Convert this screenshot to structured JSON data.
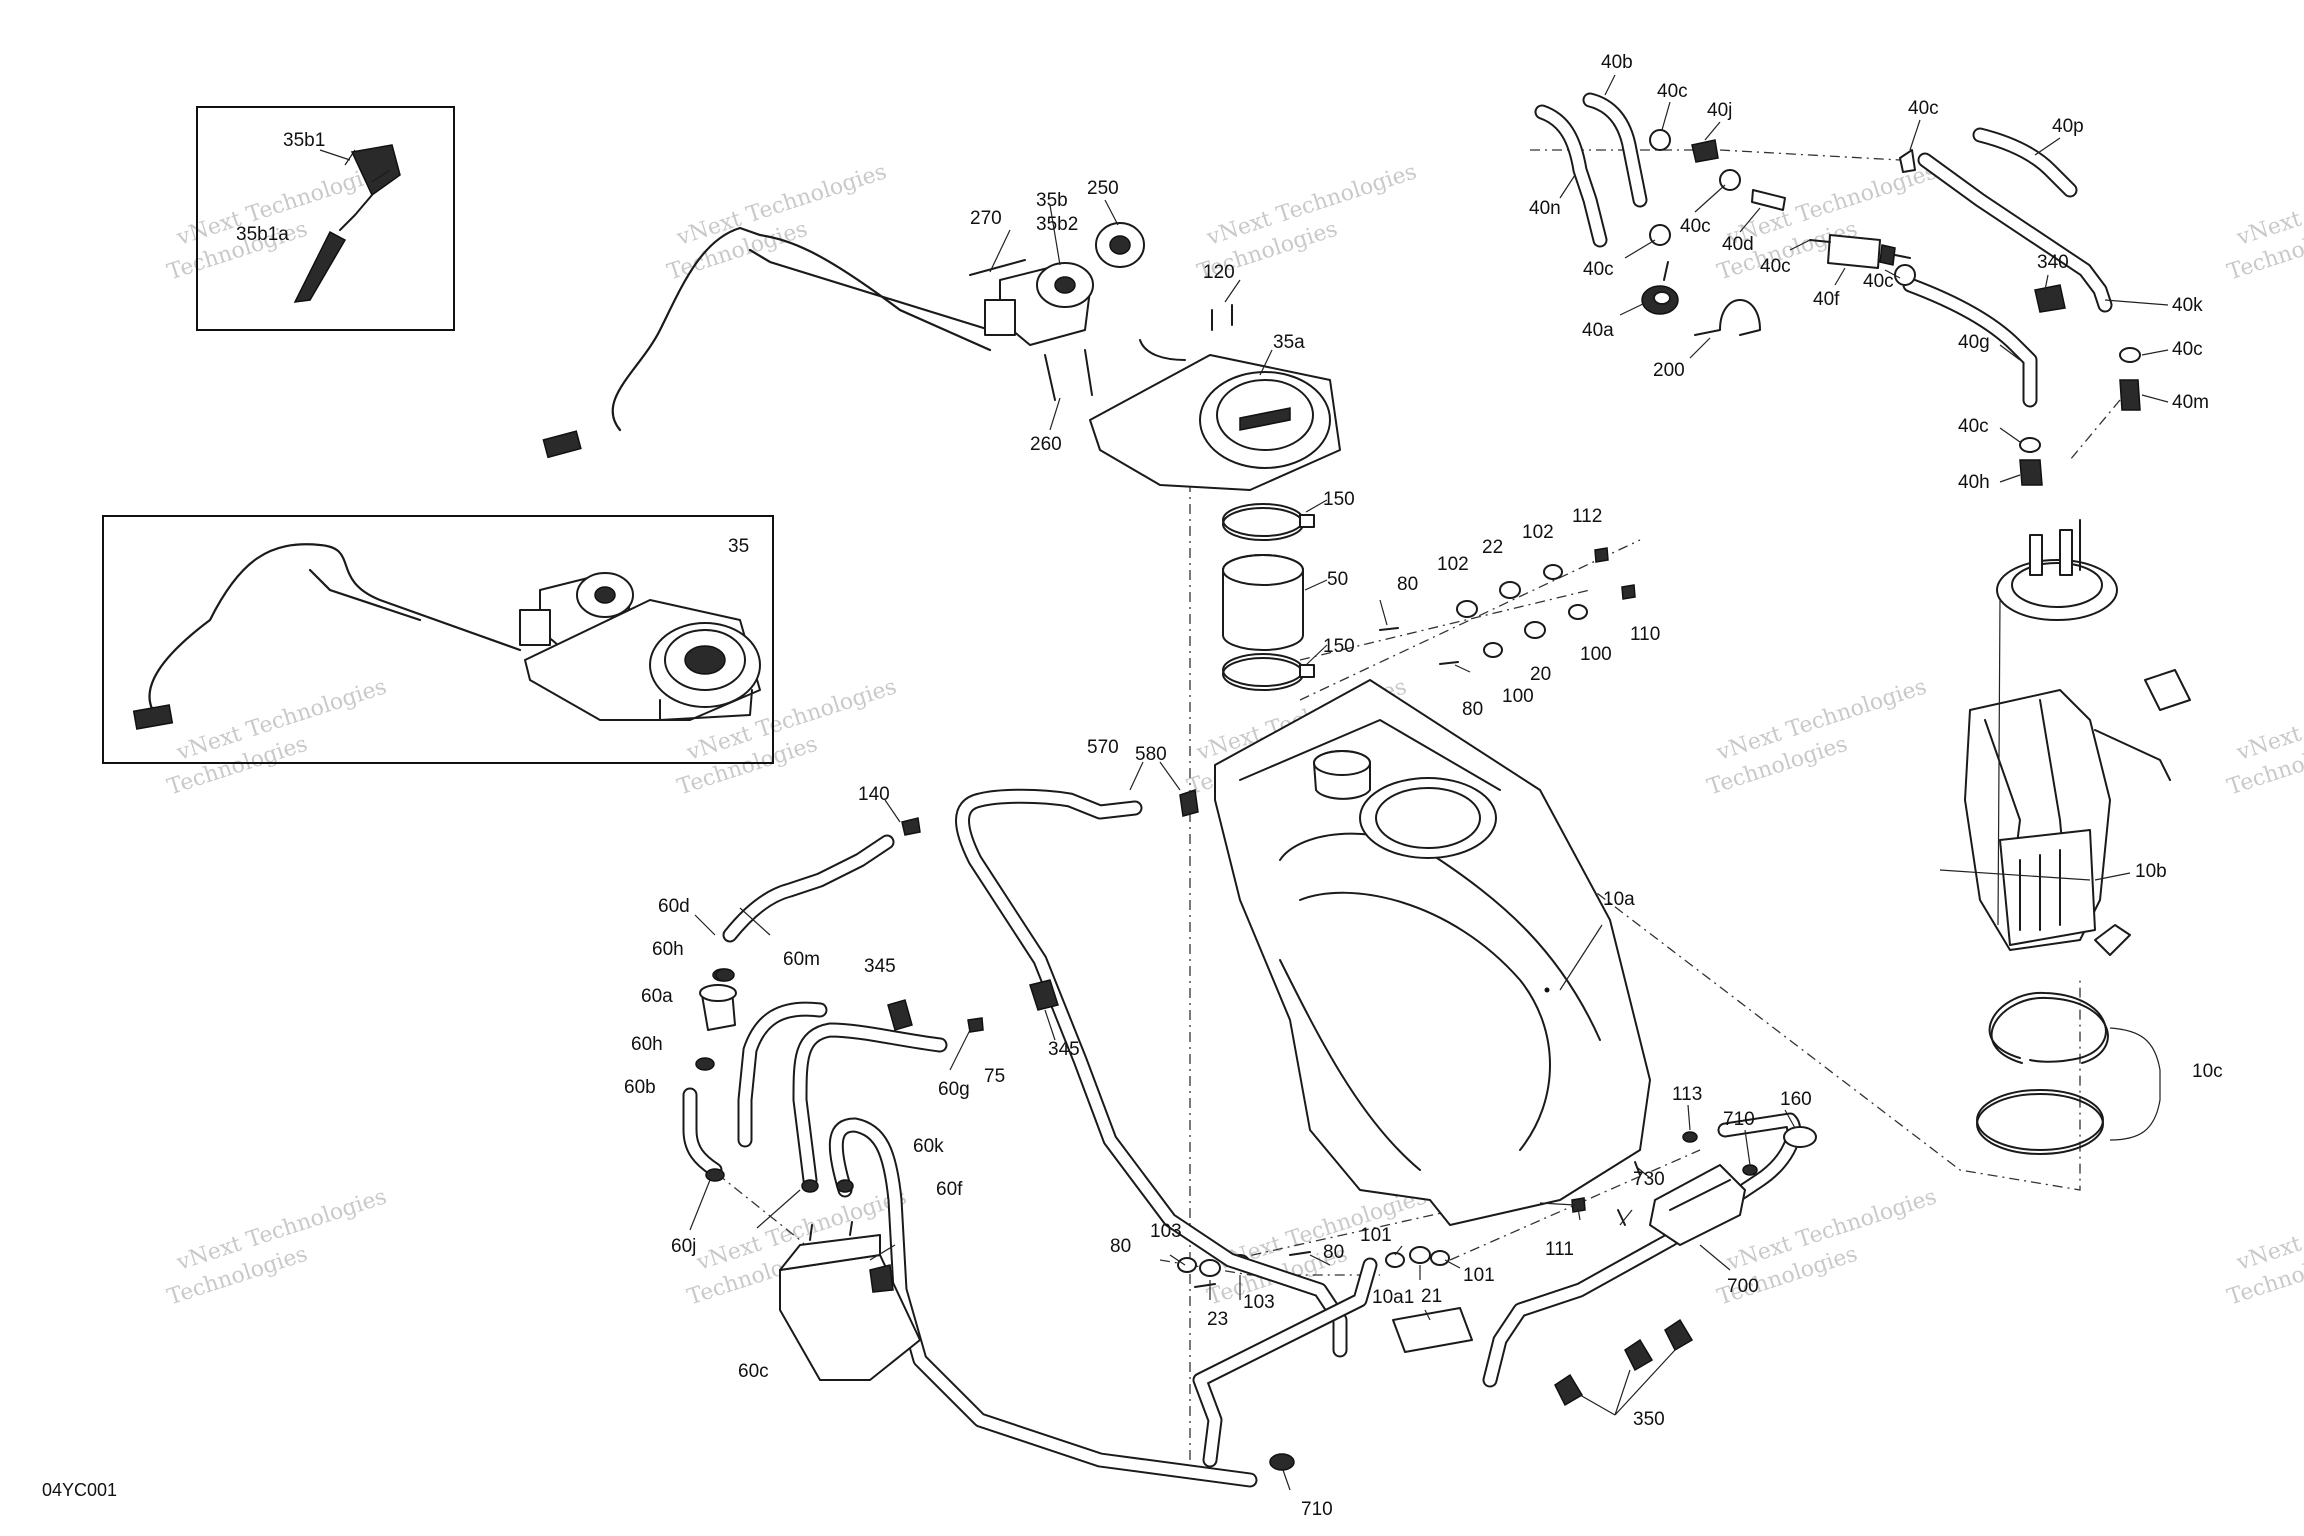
{
  "diagram_code": "04YC001",
  "watermark": {
    "line1": "vNext Technologies",
    "line2": "Technologies"
  },
  "labels": {
    "l35b1": "35b1",
    "l35b1a": "35b1a",
    "l270": "270",
    "l35b": "35b",
    "l35b2": "35b2",
    "l250": "250",
    "l120": "120",
    "l35a": "35a",
    "l260": "260",
    "l150a": "150",
    "l50": "50",
    "l150b": "150",
    "l35": "35",
    "l80a": "80",
    "l102a": "102",
    "l22": "22",
    "l102b": "102",
    "l112": "112",
    "l110": "110",
    "l100a": "100",
    "l20": "20",
    "l100b": "100",
    "l80b": "80",
    "l570": "570",
    "l580": "580",
    "l140": "140",
    "l10a": "10a",
    "l60d": "60d",
    "l60h1": "60h",
    "l60m": "60m",
    "l345a": "345",
    "l60a": "60a",
    "l75": "75",
    "l345b": "345",
    "l60h2": "60h",
    "l60g": "60g",
    "l60b": "60b",
    "l60k": "60k",
    "l60f": "60f",
    "l60j": "60j",
    "l60c": "60c",
    "l80c": "80",
    "l103a": "103",
    "l23": "23",
    "l103b": "103",
    "l80d": "80",
    "l101a": "101",
    "l21": "21",
    "l101b": "101",
    "l10a1": "10a1",
    "l111": "111",
    "l113": "113",
    "l710a": "710",
    "l160": "160",
    "l730": "730",
    "l700": "700",
    "l350": "350",
    "l710b": "710",
    "l40b": "40b",
    "l40c1": "40c",
    "l40j": "40j",
    "l40c2": "40c",
    "l40p": "40p",
    "l40n": "40n",
    "l40c3": "40c",
    "l40d": "40d",
    "l40c4": "40c",
    "l40c5": "40c",
    "l40f": "40f",
    "l40c6": "40c",
    "l40a": "40a",
    "l200": "200",
    "l340": "340",
    "l40k": "40k",
    "l40c7": "40c",
    "l40g": "40g",
    "l40m": "40m",
    "l40c8": "40c",
    "l40h": "40h",
    "l10b": "10b",
    "l10c": "10c"
  }
}
